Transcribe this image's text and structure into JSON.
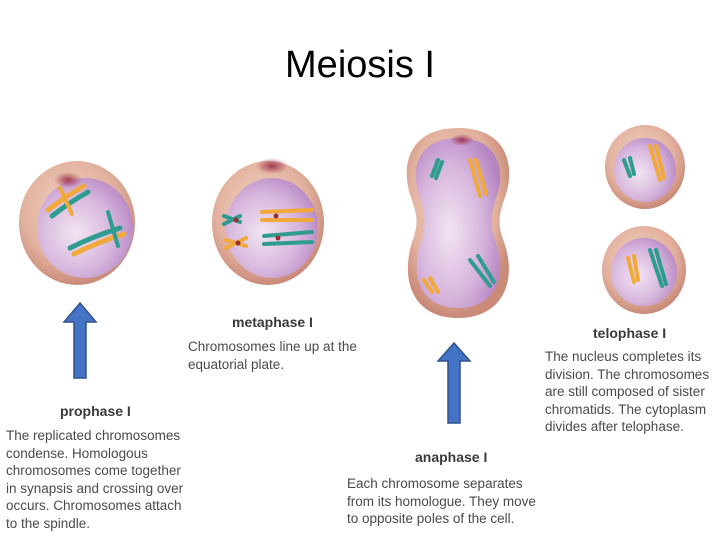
{
  "title": "Meiosis I",
  "stages": {
    "prophase": {
      "title": "prophase I",
      "lines": [
        "The replicated chromosomes",
        "condense. Homologous",
        "chromosomes come together",
        "in synapsis and crossing over",
        "occurs. Chromosomes attach",
        "to the spindle."
      ]
    },
    "metaphase": {
      "title": "metaphase I",
      "lines": [
        "Chromosomes line up at the",
        "equatorial plate."
      ]
    },
    "anaphase": {
      "title": "anaphase I",
      "lines": [
        "Each chromosome separates",
        "from its homologue. They move",
        "to opposite poles of the cell."
      ]
    },
    "telophase": {
      "title": "telophase I",
      "lines": [
        "The nucleus completes its",
        "division. The chromosomes",
        "are still composed of sister",
        "chromatids. The cytoplasm",
        "divides after telophase."
      ]
    }
  },
  "colors": {
    "cell_outer": "#d9a28f",
    "cell_inner": "#b98ac8",
    "chromosome_orange": "#f0a93a",
    "chromosome_teal": "#2e9c8f",
    "arrow_fill": "#4472c4",
    "arrow_stroke": "#2f528f"
  }
}
